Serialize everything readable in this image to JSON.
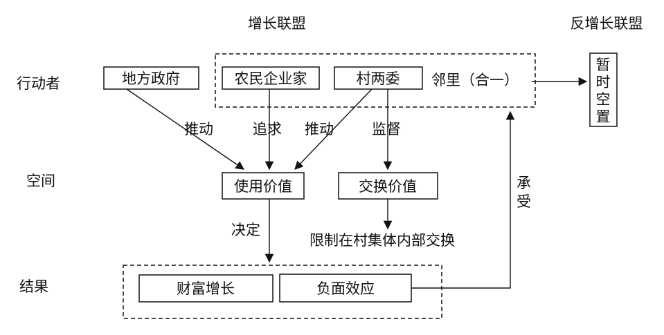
{
  "headers": {
    "growth_alliance": "增长联盟",
    "anti_growth_alliance": "反增长联盟"
  },
  "rows": {
    "actors": "行动者",
    "space": "空间",
    "result": "结果"
  },
  "nodes": {
    "local_government": "地方政府",
    "farmer_entrepreneur": "农民企业家",
    "village_committees": "村两委",
    "neighbors": "邻里（合一）",
    "temporary_vacancy": [
      "暂",
      "时",
      "空",
      "置"
    ],
    "use_value": "使用价值",
    "exchange_value": "交换价值",
    "exchange_limit": "限制在村集体内部交换",
    "wealth_growth": "财富增长",
    "negative_effect": "负面效应"
  },
  "edge_labels": {
    "promote_1": "推动",
    "pursue": "追求",
    "promote_2": "推动",
    "supervise": "监督",
    "decide": "决定",
    "bear": [
      "承",
      "受"
    ]
  }
}
